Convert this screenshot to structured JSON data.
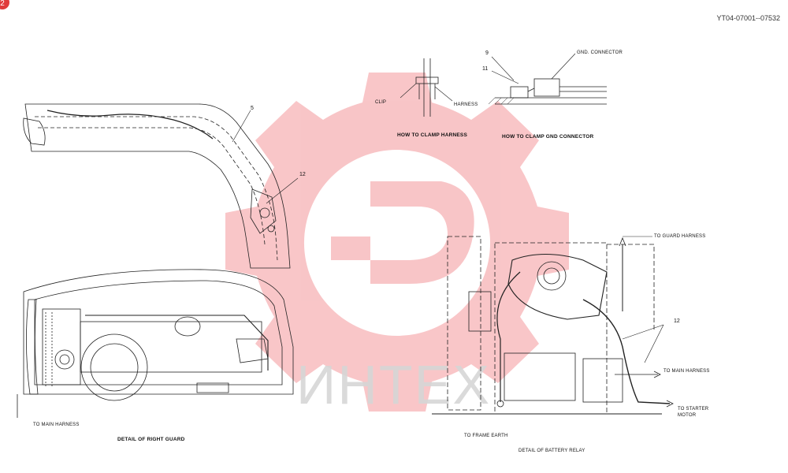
{
  "header": {
    "doc_id": "YT04-07001--07532",
    "page_badge": "2"
  },
  "watermark": {
    "text": "ИНТЕХ",
    "color": "#e8333a"
  },
  "diagrams": {
    "clamp_harness": {
      "caption": "HOW TO CLAMP HARNESS",
      "clip_label": "CLIP",
      "harness_label": "HARNESS"
    },
    "clamp_gnd": {
      "caption": "HOW TO CLAMP GND CONNECTOR",
      "gnd_label": "GND. CONNECTOR",
      "num_9": "9",
      "num_11": "11"
    },
    "right_guard": {
      "caption": "DETAIL OF RIGHT GUARD",
      "to_main": "TO MAIN HARNESS",
      "num_5": "5",
      "num_12": "12"
    },
    "battery_relay": {
      "caption": "DETAIL OF BATTERY RELAY",
      "to_guard": "TO GUARD HARNESS",
      "to_main": "TO MAIN HARNESS",
      "to_starter_1": "TO STARTER",
      "to_starter_2": "MOTOR",
      "to_frame": "TO FRAME EARTH",
      "num_12": "12"
    }
  }
}
